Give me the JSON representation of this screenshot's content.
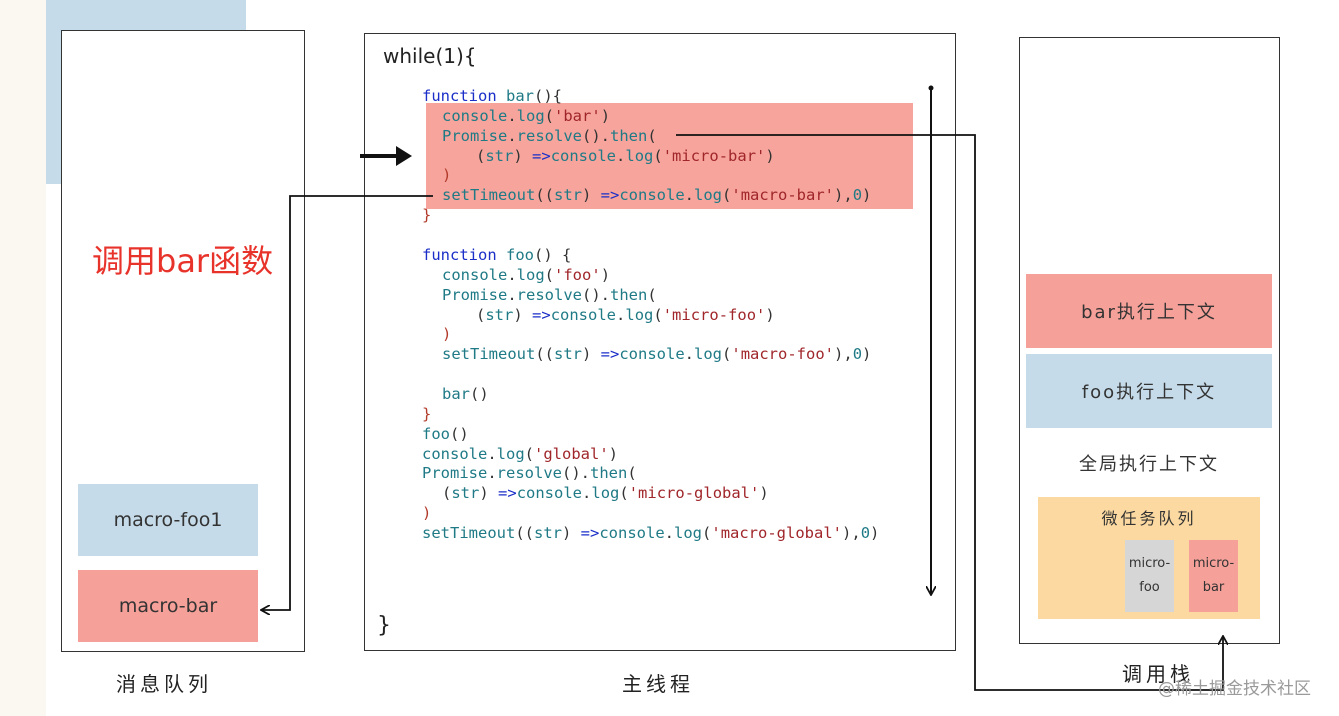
{
  "call_label": "调用bar函数",
  "message_queue": {
    "caption": "消息队列",
    "items": [
      "macro-foo1",
      "macro-bar"
    ]
  },
  "main_thread": {
    "caption": "主线程",
    "loop_open": "while(1){",
    "loop_close": "}"
  },
  "call_stack": {
    "caption": "调用栈",
    "frames": [
      "bar执行上下文",
      "foo执行上下文",
      "全局执行上下文"
    ],
    "microtask_queue_label": "微任务队列",
    "microtasks": [
      {
        "line1": "micro-",
        "line2": "foo"
      },
      {
        "line1": "micro-",
        "line2": "bar"
      }
    ]
  },
  "watermark": "@稀土掘金技术社区",
  "colors": {
    "highlight": "#f6a49c",
    "blue_box": "#c6dbe9",
    "red_box": "#f5a099",
    "microtask_bg": "#fbd9a0",
    "label_red": "#e8332b"
  }
}
